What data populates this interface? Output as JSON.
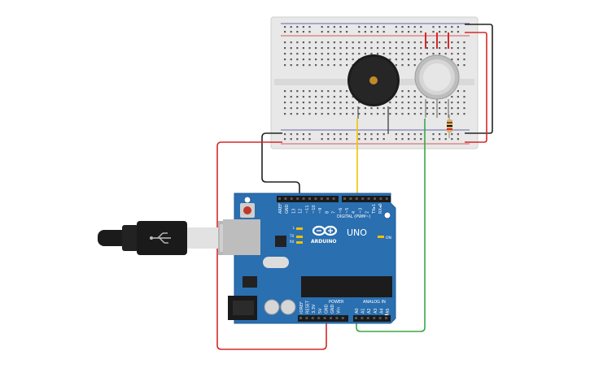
{
  "board": {
    "brand": "ARDUINO",
    "model": "UNO",
    "digital_header": "DIGITAL (PWM~)",
    "analog_header": "ANALOG IN",
    "power_header": "POWER",
    "on_label": "ON",
    "led_l_label": "L",
    "tx_label": "TX",
    "rx_label": "RX",
    "digital_pins": [
      "AREF",
      "GND",
      "13",
      "12",
      "~11",
      "~10",
      "~9",
      "8",
      "7",
      "~6",
      "~5",
      "4",
      "~3",
      "2",
      "TX▸1",
      "RX◂0"
    ],
    "analog_pins": [
      "A0",
      "A1",
      "A2",
      "A3",
      "A4",
      "A5"
    ],
    "power_pins": [
      "IOREF",
      "RESET",
      "3.3V",
      "5V",
      "GND",
      "GND",
      "Vin"
    ]
  },
  "colors": {
    "board": "#2a6fb0",
    "breadboard": "#e8e8e8",
    "wire_red": "#d62828",
    "wire_black": "#222222",
    "wire_yellow": "#f2c400",
    "wire_green": "#3aa845",
    "buzzer": "#1c1c1c",
    "sensor": "#c9c9c9"
  },
  "components": {
    "buzzer": "buzzer-icon",
    "gas_sensor": "gas-sensor-icon",
    "resistor": "resistor-icon",
    "usb_cable": "usb-cable-icon"
  }
}
